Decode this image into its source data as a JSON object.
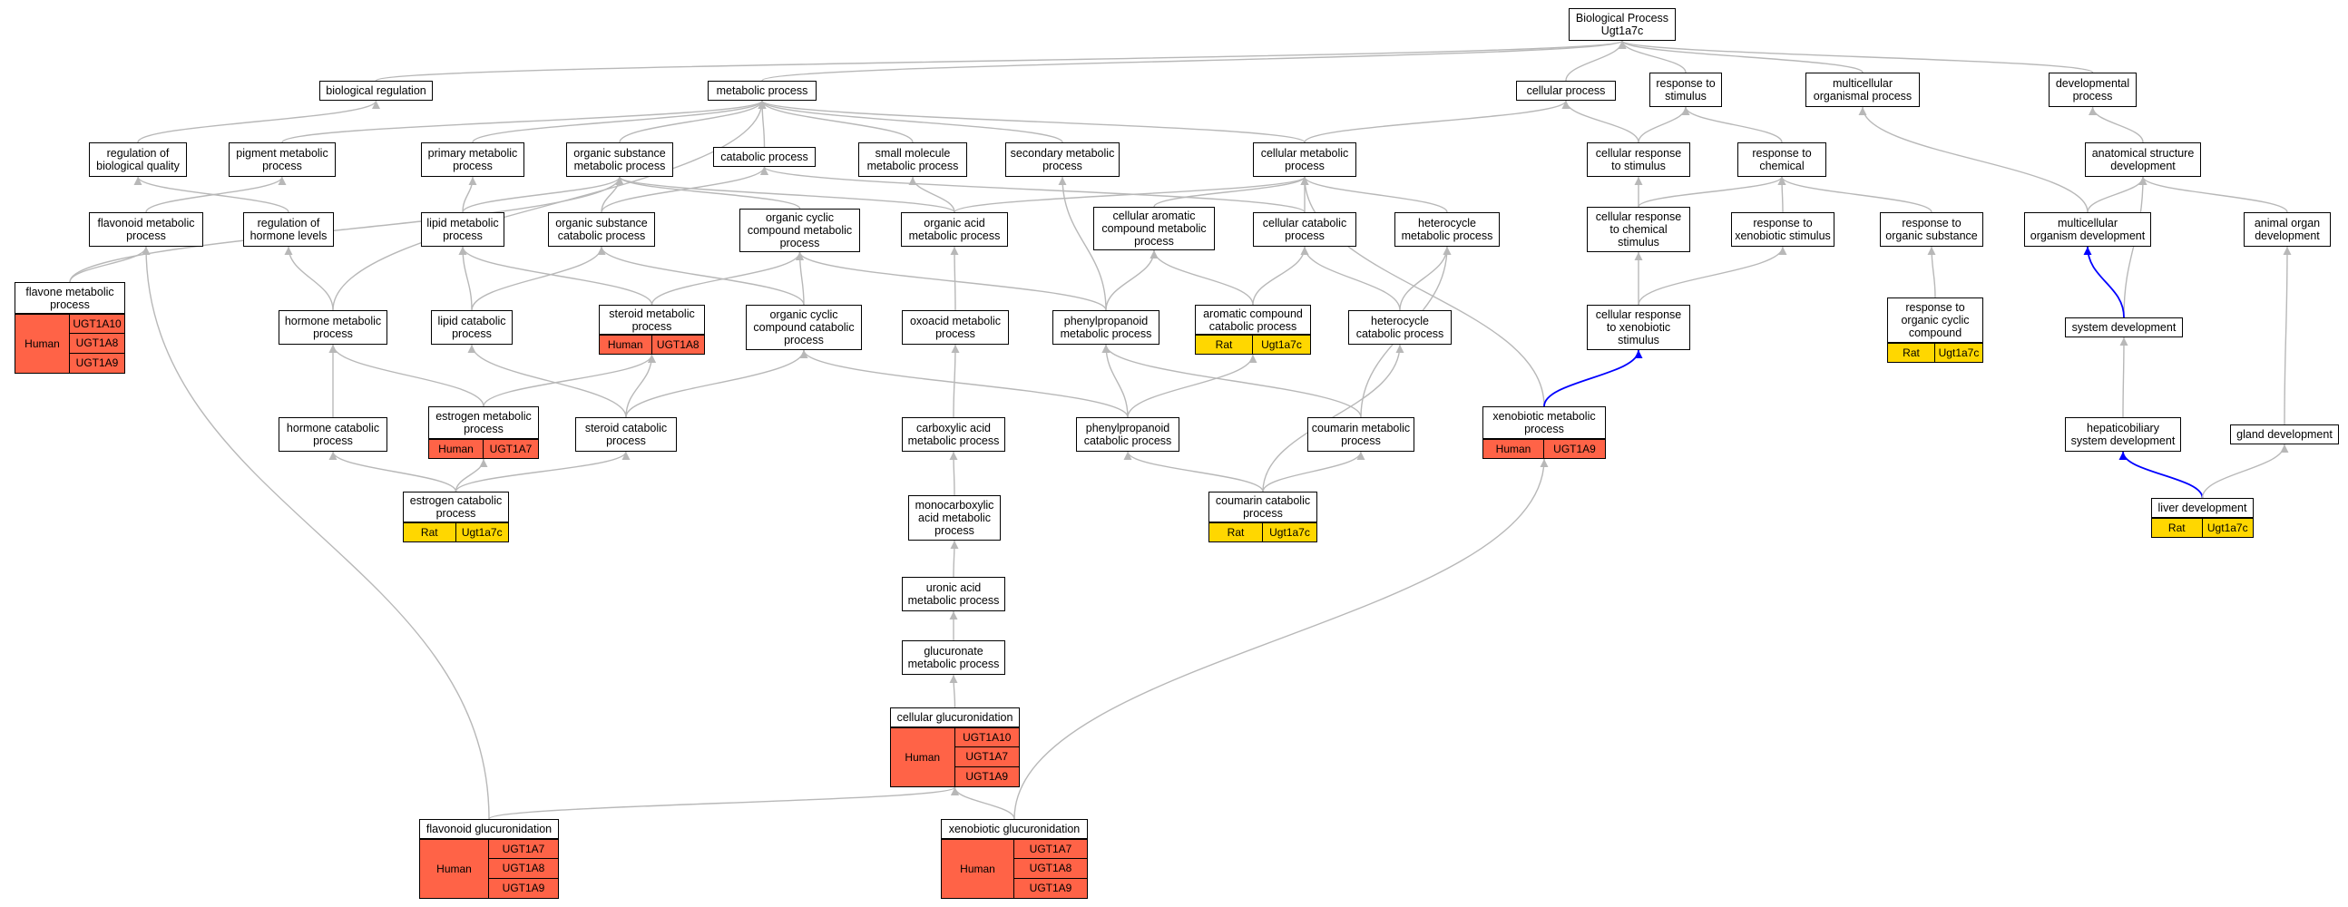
{
  "colors": {
    "edge": "#b8b8b8",
    "edge_highlight": "#0000ff",
    "human": "#ff6347",
    "rat": "#ffd700",
    "node_border": "#000000"
  },
  "nodes": {
    "bp": "Biological Process\nUgt1a7c",
    "biological_regulation": "biological regulation",
    "metabolic_process": "metabolic process",
    "cellular_process": "cellular process",
    "response_to_stimulus": "response to\nstimulus",
    "multicellular_organismal_process": "multicellular\norganismal process",
    "developmental_process": "developmental\nprocess",
    "regulation_of_biological_quality": "regulation of\nbiological quality",
    "pigment_metabolic_process": "pigment metabolic\nprocess",
    "primary_metabolic_process": "primary metabolic\nprocess",
    "organic_substance_metabolic_process": "organic substance\nmetabolic process",
    "catabolic_process": "catabolic process",
    "small_molecule_metabolic_process": "small molecule\nmetabolic process",
    "secondary_metabolic_process": "secondary metabolic\nprocess",
    "cellular_metabolic_process": "cellular metabolic\nprocess",
    "cellular_response_to_stimulus": "cellular response\nto stimulus",
    "response_to_chemical": "response to\nchemical",
    "anatomical_structure_development": "anatomical structure\ndevelopment",
    "flavonoid_metabolic_process": "flavonoid metabolic\nprocess",
    "regulation_of_hormone_levels": "regulation of\nhormone levels",
    "lipid_metabolic_process": "lipid metabolic\nprocess",
    "organic_substance_catabolic_process": "organic substance\ncatabolic process",
    "organic_cyclic_compound_metabolic_process": "organic cyclic\ncompound metabolic\nprocess",
    "organic_acid_metabolic_process": "organic acid\nmetabolic process",
    "cellular_aromatic_compound_metabolic_process": "cellular aromatic\ncompound metabolic\nprocess",
    "cellular_catabolic_process": "cellular catabolic\nprocess",
    "heterocycle_metabolic_process": "heterocycle\nmetabolic process",
    "cellular_response_to_chemical_stimulus": "cellular response\nto chemical\nstimulus",
    "response_to_xenobiotic_stimulus": "response to\nxenobiotic stimulus",
    "response_to_organic_substance": "response to\norganic substance",
    "multicellular_organism_development": "multicellular\norganism development",
    "animal_organ_development": "animal organ\ndevelopment",
    "flavone_metabolic_process": "flavone metabolic\nprocess",
    "hormone_metabolic_process": "hormone metabolic\nprocess",
    "lipid_catabolic_process": "lipid catabolic\nprocess",
    "steroid_metabolic_process": "steroid metabolic\nprocess",
    "organic_cyclic_compound_catabolic_process": "organic cyclic\ncompound catabolic\nprocess",
    "oxoacid_metabolic_process": "oxoacid metabolic\nprocess",
    "phenylpropanoid_metabolic_process": "phenylpropanoid\nmetabolic process",
    "aromatic_compound_catabolic_process": "aromatic compound\ncatabolic process",
    "heterocycle_catabolic_process": "heterocycle\ncatabolic process",
    "cellular_response_to_xenobiotic_stimulus": "cellular response\nto xenobiotic\nstimulus",
    "response_to_organic_cyclic_compound": "response to\norganic cyclic\ncompound",
    "system_development": "system development",
    "hormone_catabolic_process": "hormone catabolic\nprocess",
    "estrogen_metabolic_process": "estrogen metabolic\nprocess",
    "steroid_catabolic_process": "steroid catabolic\nprocess",
    "carboxylic_acid_metabolic_process": "carboxylic acid\nmetabolic process",
    "phenylpropanoid_catabolic_process": "phenylpropanoid\ncatabolic process",
    "coumarin_metabolic_process": "coumarin metabolic\nprocess",
    "xenobiotic_metabolic_process": "xenobiotic metabolic\nprocess",
    "hepaticobiliary_system_development": "hepaticobiliary\nsystem development",
    "gland_development": "gland development",
    "estrogen_catabolic_process": "estrogen catabolic\nprocess",
    "monocarboxylic_acid_metabolic_process": "monocarboxylic\nacid metabolic\nprocess",
    "coumarin_catabolic_process": "coumarin catabolic\nprocess",
    "liver_development": "liver development",
    "uronic_acid_metabolic_process": "uronic acid\nmetabolic process",
    "glucuronate_metabolic_process": "glucuronate\nmetabolic process",
    "cellular_glucuronidation": "cellular glucuronidation",
    "flavonoid_glucuronidation": "flavonoid glucuronidation",
    "xenobiotic_glucuronidation": "xenobiotic glucuronidation"
  },
  "annotations": {
    "flavone_metabolic_process": {
      "species": "Human",
      "genes": [
        "UGT1A10",
        "UGT1A8",
        "UGT1A9"
      ]
    },
    "steroid_metabolic_process": {
      "species": "Human",
      "genes": [
        "UGT1A8"
      ]
    },
    "estrogen_metabolic_process": {
      "species": "Human",
      "genes": [
        "UGT1A7"
      ]
    },
    "estrogen_catabolic_process": {
      "species": "Rat",
      "genes": [
        "Ugt1a7c"
      ]
    },
    "aromatic_compound_catabolic_process": {
      "species": "Rat",
      "genes": [
        "Ugt1a7c"
      ]
    },
    "coumarin_catabolic_process": {
      "species": "Rat",
      "genes": [
        "Ugt1a7c"
      ]
    },
    "xenobiotic_metabolic_process": {
      "species": "Human",
      "genes": [
        "UGT1A9"
      ]
    },
    "response_to_organic_cyclic_compound": {
      "species": "Rat",
      "genes": [
        "Ugt1a7c"
      ]
    },
    "liver_development": {
      "species": "Rat",
      "genes": [
        "Ugt1a7c"
      ]
    },
    "cellular_glucuronidation": {
      "species": "Human",
      "genes": [
        "UGT1A10",
        "UGT1A7",
        "UGT1A9"
      ]
    },
    "flavonoid_glucuronidation": {
      "species": "Human",
      "genes": [
        "UGT1A7",
        "UGT1A8",
        "UGT1A9"
      ]
    },
    "xenobiotic_glucuronidation": {
      "species": "Human",
      "genes": [
        "UGT1A7",
        "UGT1A8",
        "UGT1A9"
      ]
    }
  },
  "edges": [
    [
      "biological_regulation",
      "bp"
    ],
    [
      "metabolic_process",
      "bp"
    ],
    [
      "cellular_process",
      "bp"
    ],
    [
      "response_to_stimulus",
      "bp"
    ],
    [
      "multicellular_organismal_process",
      "bp"
    ],
    [
      "developmental_process",
      "bp"
    ],
    [
      "regulation_of_biological_quality",
      "biological_regulation"
    ],
    [
      "pigment_metabolic_process",
      "metabolic_process"
    ],
    [
      "primary_metabolic_process",
      "metabolic_process"
    ],
    [
      "organic_substance_metabolic_process",
      "metabolic_process"
    ],
    [
      "catabolic_process",
      "metabolic_process"
    ],
    [
      "small_molecule_metabolic_process",
      "metabolic_process"
    ],
    [
      "secondary_metabolic_process",
      "metabolic_process"
    ],
    [
      "cellular_metabolic_process",
      "metabolic_process"
    ],
    [
      "cellular_metabolic_process",
      "cellular_process"
    ],
    [
      "hormone_metabolic_process",
      "metabolic_process"
    ],
    [
      "cellular_response_to_stimulus",
      "cellular_process"
    ],
    [
      "cellular_response_to_stimulus",
      "response_to_stimulus"
    ],
    [
      "response_to_chemical",
      "response_to_stimulus"
    ],
    [
      "anatomical_structure_development",
      "developmental_process"
    ],
    [
      "multicellular_organism_development",
      "multicellular_organismal_process"
    ],
    [
      "multicellular_organism_development",
      "anatomical_structure_development"
    ],
    [
      "animal_organ_development",
      "anatomical_structure_development"
    ],
    [
      "flavonoid_metabolic_process",
      "pigment_metabolic_process"
    ],
    [
      "regulation_of_hormone_levels",
      "regulation_of_biological_quality"
    ],
    [
      "lipid_metabolic_process",
      "primary_metabolic_process"
    ],
    [
      "lipid_metabolic_process",
      "organic_substance_metabolic_process"
    ],
    [
      "organic_substance_catabolic_process",
      "organic_substance_metabolic_process"
    ],
    [
      "organic_substance_catabolic_process",
      "catabolic_process"
    ],
    [
      "organic_cyclic_compound_metabolic_process",
      "organic_substance_metabolic_process"
    ],
    [
      "organic_acid_metabolic_process",
      "organic_substance_metabolic_process"
    ],
    [
      "organic_acid_metabolic_process",
      "small_molecule_metabolic_process"
    ],
    [
      "organic_acid_metabolic_process",
      "cellular_metabolic_process"
    ],
    [
      "cellular_aromatic_compound_metabolic_process",
      "cellular_metabolic_process"
    ],
    [
      "cellular_catabolic_process",
      "cellular_metabolic_process"
    ],
    [
      "cellular_catabolic_process",
      "catabolic_process"
    ],
    [
      "heterocycle_metabolic_process",
      "cellular_metabolic_process"
    ],
    [
      "cellular_response_to_chemical_stimulus",
      "cellular_response_to_stimulus"
    ],
    [
      "cellular_response_to_chemical_stimulus",
      "response_to_chemical"
    ],
    [
      "response_to_xenobiotic_stimulus",
      "response_to_chemical"
    ],
    [
      "response_to_organic_substance",
      "response_to_chemical"
    ],
    [
      "system_development",
      "anatomical_structure_development"
    ],
    [
      "flavone_metabolic_process",
      "flavonoid_metabolic_process"
    ],
    [
      "flavone_metabolic_process",
      "organic_substance_metabolic_process"
    ],
    [
      "hormone_metabolic_process",
      "regulation_of_hormone_levels"
    ],
    [
      "lipid_catabolic_process",
      "lipid_metabolic_process"
    ],
    [
      "lipid_catabolic_process",
      "organic_substance_catabolic_process"
    ],
    [
      "steroid_metabolic_process",
      "lipid_metabolic_process"
    ],
    [
      "steroid_metabolic_process",
      "organic_cyclic_compound_metabolic_process"
    ],
    [
      "organic_cyclic_compound_catabolic_process",
      "organic_cyclic_compound_metabolic_process"
    ],
    [
      "organic_cyclic_compound_catabolic_process",
      "organic_substance_catabolic_process"
    ],
    [
      "oxoacid_metabolic_process",
      "organic_acid_metabolic_process"
    ],
    [
      "phenylpropanoid_metabolic_process",
      "secondary_metabolic_process"
    ],
    [
      "phenylpropanoid_metabolic_process",
      "cellular_aromatic_compound_metabolic_process"
    ],
    [
      "phenylpropanoid_metabolic_process",
      "organic_cyclic_compound_metabolic_process"
    ],
    [
      "aromatic_compound_catabolic_process",
      "cellular_aromatic_compound_metabolic_process"
    ],
    [
      "aromatic_compound_catabolic_process",
      "cellular_catabolic_process"
    ],
    [
      "heterocycle_catabolic_process",
      "heterocycle_metabolic_process"
    ],
    [
      "heterocycle_catabolic_process",
      "cellular_catabolic_process"
    ],
    [
      "cellular_response_to_xenobiotic_stimulus",
      "cellular_response_to_chemical_stimulus"
    ],
    [
      "cellular_response_to_xenobiotic_stimulus",
      "response_to_xenobiotic_stimulus"
    ],
    [
      "response_to_organic_cyclic_compound",
      "response_to_organic_substance"
    ],
    [
      "system_development",
      "multicellular_organism_development"
    ],
    [
      "hormone_catabolic_process",
      "hormone_metabolic_process"
    ],
    [
      "estrogen_metabolic_process",
      "hormone_metabolic_process"
    ],
    [
      "estrogen_metabolic_process",
      "steroid_metabolic_process"
    ],
    [
      "steroid_catabolic_process",
      "steroid_metabolic_process"
    ],
    [
      "steroid_catabolic_process",
      "lipid_catabolic_process"
    ],
    [
      "steroid_catabolic_process",
      "organic_cyclic_compound_catabolic_process"
    ],
    [
      "carboxylic_acid_metabolic_process",
      "oxoacid_metabolic_process"
    ],
    [
      "phenylpropanoid_catabolic_process",
      "phenylpropanoid_metabolic_process"
    ],
    [
      "phenylpropanoid_catabolic_process",
      "aromatic_compound_catabolic_process"
    ],
    [
      "phenylpropanoid_catabolic_process",
      "organic_cyclic_compound_catabolic_process"
    ],
    [
      "coumarin_metabolic_process",
      "phenylpropanoid_metabolic_process"
    ],
    [
      "coumarin_metabolic_process",
      "heterocycle_metabolic_process"
    ],
    [
      "xenobiotic_metabolic_process",
      "cellular_metabolic_process"
    ],
    [
      "xenobiotic_metabolic_process",
      "cellular_response_to_xenobiotic_stimulus"
    ],
    [
      "hepaticobiliary_system_development",
      "system_development"
    ],
    [
      "gland_development",
      "animal_organ_development"
    ],
    [
      "estrogen_catabolic_process",
      "hormone_catabolic_process"
    ],
    [
      "estrogen_catabolic_process",
      "estrogen_metabolic_process"
    ],
    [
      "estrogen_catabolic_process",
      "steroid_catabolic_process"
    ],
    [
      "monocarboxylic_acid_metabolic_process",
      "carboxylic_acid_metabolic_process"
    ],
    [
      "coumarin_catabolic_process",
      "phenylpropanoid_catabolic_process"
    ],
    [
      "coumarin_catabolic_process",
      "coumarin_metabolic_process"
    ],
    [
      "coumarin_catabolic_process",
      "heterocycle_catabolic_process"
    ],
    [
      "liver_development",
      "hepaticobiliary_system_development"
    ],
    [
      "liver_development",
      "gland_development"
    ],
    [
      "uronic_acid_metabolic_process",
      "monocarboxylic_acid_metabolic_process"
    ],
    [
      "glucuronate_metabolic_process",
      "uronic_acid_metabolic_process"
    ],
    [
      "cellular_glucuronidation",
      "glucuronate_metabolic_process"
    ],
    [
      "flavonoid_glucuronidation",
      "flavonoid_metabolic_process"
    ],
    [
      "flavonoid_glucuronidation",
      "cellular_glucuronidation"
    ],
    [
      "xenobiotic_glucuronidation",
      "cellular_glucuronidation"
    ],
    [
      "xenobiotic_glucuronidation",
      "xenobiotic_metabolic_process"
    ]
  ],
  "highlight_edges": [
    [
      "xenobiotic_metabolic_process",
      "cellular_response_to_xenobiotic_stimulus"
    ],
    [
      "system_development",
      "multicellular_organism_development"
    ],
    [
      "liver_development",
      "hepaticobiliary_system_development"
    ]
  ]
}
